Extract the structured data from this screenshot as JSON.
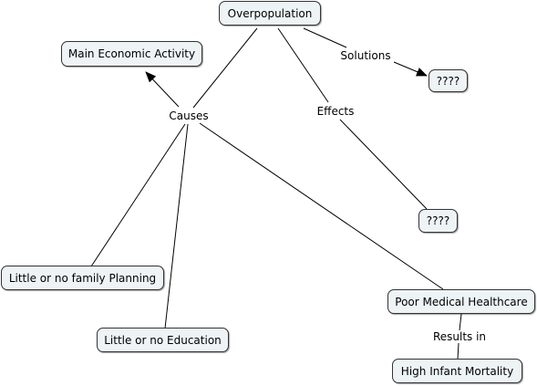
{
  "concepts": {
    "overpopulation": "Overpopulation",
    "economic": "Main Economic Activity",
    "solutions_target": "????",
    "effects_target": "????",
    "family_planning": "Little or no family Planning",
    "education": "Little or no Education",
    "healthcare": "Poor Medical Healthcare",
    "infant_mortality": "High Infant Mortality"
  },
  "linking_phrases": {
    "causes": "Causes",
    "solutions": "Solutions",
    "effects": "Effects",
    "results_in": "Results in"
  }
}
